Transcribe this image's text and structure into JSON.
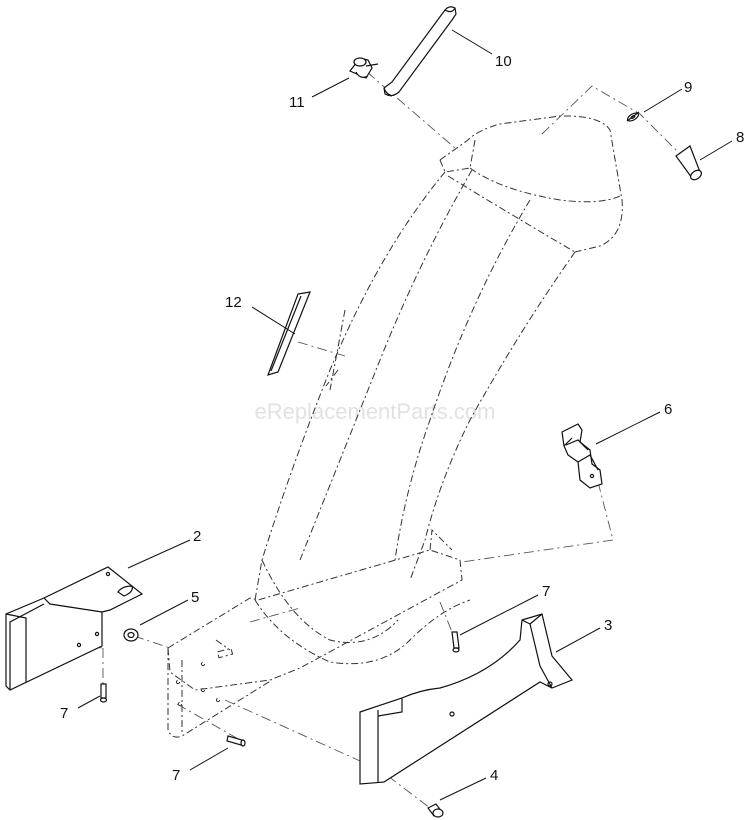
{
  "watermark": "eReplacementParts.com",
  "callouts": {
    "c1": "10",
    "c2": "11",
    "c3": "9",
    "c4": "8",
    "c5": "12",
    "c6": "6",
    "c7": "2",
    "c8": "5",
    "c9": "7",
    "c10": "3",
    "c11": "7",
    "c12": "7",
    "c13": "4"
  }
}
